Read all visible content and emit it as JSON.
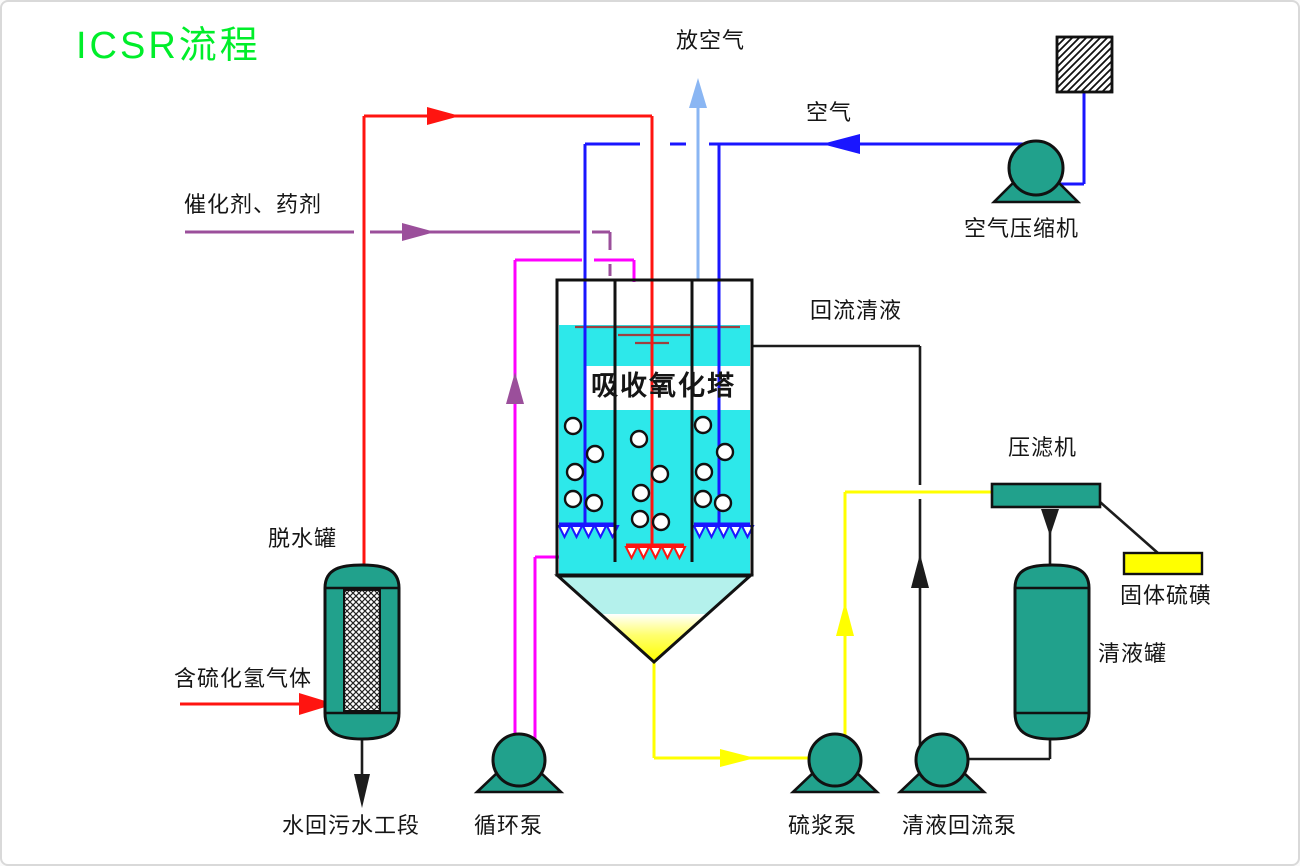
{
  "title": "ICSR流程",
  "labels": {
    "vent_air": "放空气",
    "air": "空气",
    "air_compressor": "空气压缩机",
    "catalyst": "催化剂、药剂",
    "reflux_liquid": "回流清液",
    "tower": "吸收氧化塔",
    "filter_press": "压滤机",
    "solid_sulfur": "固体硫磺",
    "clear_liquid_tank": "清液罐",
    "dehydration_tank": "脱水罐",
    "h2s_gas": "含硫化氢气体",
    "water_to_sewage": "水回污水工段",
    "circulation_pump": "循环泵",
    "sulfur_slurry_pump": "硫浆泵",
    "clear_liquid_reflux_pump": "清液回流泵"
  },
  "colors": {
    "title_green": "#00ee2a",
    "equipment_teal": "#21a18c",
    "liquid_cyan": "#2de8ea",
    "cone_pale": "#b4f1ec",
    "sulfur_yellow": "#ffff00",
    "line_red": "#ff1410",
    "line_blue": "#1a16ff",
    "line_light_blue": "#8ab6f3",
    "line_magenta": "#ff00ff",
    "line_purple": "#9b4f9b",
    "line_yellow": "#ffff00",
    "line_black": "#1c1c1c",
    "surface_dark_red": "#9c4040"
  }
}
